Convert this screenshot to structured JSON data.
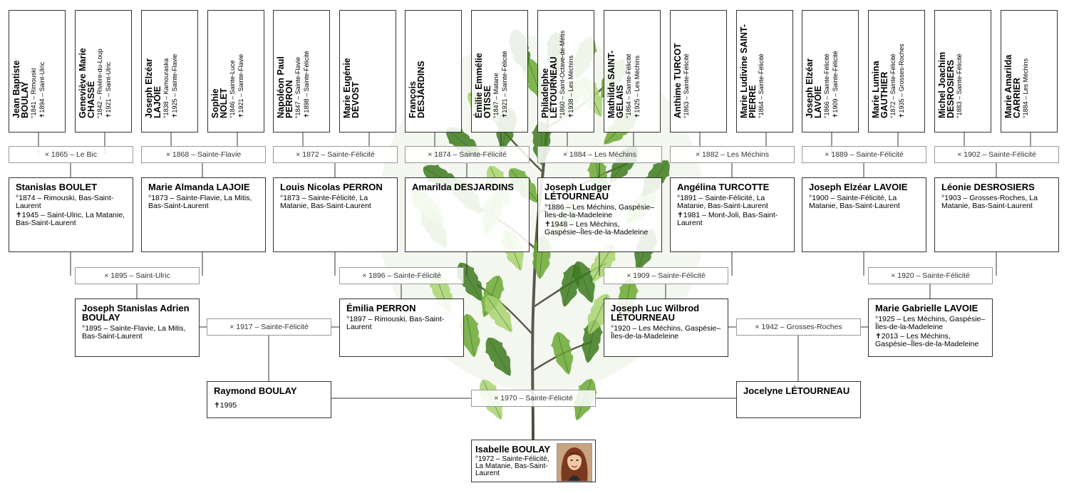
{
  "gen4": [
    {
      "first": "Jean Baptiste",
      "last": "BOULAY",
      "birth": "°1841 – Rimouski",
      "death": "✝1894 – Saint-Ulric"
    },
    {
      "first": "Geneviève Marie",
      "last": "CHASSÉ",
      "birth": "°1842 – Rivière-du-Loup",
      "death": "✝1921 – Saint-Ulric"
    },
    {
      "first": "Joseph Elzéar",
      "last": "LAJOIE",
      "birth": "°1838 – Kamouraska",
      "death": "✝1925 – Sainte-Flavie"
    },
    {
      "first": "Sophie",
      "last": "NOLET",
      "birth": "°1846 – Sainte-Luce",
      "death": "✝1921 – Sainte-Flavie"
    },
    {
      "first": "Napoléon Paul",
      "last": "PERRON",
      "birth": "°1847 – Sainte-Flavie",
      "death": "✝1898 – Sainte-Félicité"
    },
    {
      "first": "Marie Eugénie",
      "last": "DÉVOST",
      "birth": "",
      "death": ""
    },
    {
      "first": "François",
      "last": "DESJARDINS",
      "birth": "",
      "death": ""
    },
    {
      "first": "Émilie Emmélie",
      "last": "OTISSE",
      "birth": "°1847 – Matane",
      "death": "✝1921 – Sainte-Félicité"
    },
    {
      "first": "Philadelphe",
      "last": "LÉTOURNEAU",
      "birth": "°1860 – Saint-Octave-de-Métis",
      "death": "✝1938 – Les Méchins"
    },
    {
      "first": "Mathilda",
      "last": "SAINT-GELAIS",
      "birth": "°1864 – Sainte-Félicité",
      "death": "✝1925 – Les Méchins"
    },
    {
      "first": "Anthime",
      "last": "TURCOT",
      "birth": "°1863 – Sainte-Félicité",
      "death": ""
    },
    {
      "first": "Marie Ludivine",
      "last": "SAINT-PIERRE",
      "birth": "°1864 – Sainte-Félicité",
      "death": ""
    },
    {
      "first": "Joseph Elzéar",
      "last": "LAVOIE",
      "birth": "°1866 – Sainte-Félicité",
      "death": "✝1909 – Sainte-Félicité"
    },
    {
      "first": "Marie Lumina",
      "last": "GAUTHIER",
      "birth": "°1872 – Sainte-Félicité",
      "death": "✝1935 – Grosses-Roches"
    },
    {
      "first": "Michel Joachim",
      "last": "DESROSIERS",
      "birth": "°1883 – Sainte-Félicité",
      "death": ""
    },
    {
      "first": "Marie Amarilda",
      "last": "CARRIER",
      "birth": "°1884 – Les Méchins",
      "death": ""
    }
  ],
  "gen4_marriages": [
    "× 1865 – Le Bic",
    "× 1868 – Sainte-Flavie",
    "× 1872 – Sainte-Félicité",
    "× 1874 – Sainte-Félicité",
    "× 1884 – Les Méchins",
    "× 1882 – Les Méchins",
    "× 1889 – Sainte-Félicité",
    "× 1902 – Sainte-Félicité"
  ],
  "gen3": [
    {
      "name": "Stanislas BOULET",
      "d1": "°1874 – Rimouski, Bas-Saint-Laurent",
      "d2": "✝1945 – Saint-Ulric, La Matanie, Bas-Saint-Laurent"
    },
    {
      "name": "Marie Almanda LAJOIE",
      "d1": "°1873 – Sainte-Flavie, La Mitis, Bas-Saint-Laurent",
      "d2": ""
    },
    {
      "name": "Louis Nicolas PERRON",
      "d1": "°1873 – Sainte-Félicité, La Matanie, Bas-Saint-Laurent",
      "d2": ""
    },
    {
      "name": "Amarilda DESJARDINS",
      "d1": "",
      "d2": ""
    },
    {
      "name": "Joseph Ludger LÉTOURNEAU",
      "d1": "°1886 – Les Méchins, Gaspésie–Îles-de-la-Madeleine",
      "d2": "✝1948 – Les Méchins, Gaspésie–Îles-de-la-Madeleine"
    },
    {
      "name": "Angélina TURCOTTE",
      "d1": "°1891 – Sainte-Félicité, La Matanie, Bas-Saint-Laurent",
      "d2": "✝1981 – Mont-Joli, Bas-Saint-Laurent"
    },
    {
      "name": "Joseph Elzéar LAVOIE",
      "d1": "°1900 – Sainte-Félicité, La Matanie, Bas-Saint-Laurent",
      "d2": ""
    },
    {
      "name": "Léonie DESROSIERS",
      "d1": "°1903 – Grosses-Roches, La Matanie, Bas-Saint-Laurent",
      "d2": ""
    }
  ],
  "gen3_marriages": [
    "× 1895 – Saint-Ulric",
    "× 1896 – Sainte-Félicité",
    "× 1909 – Sainte-Félicité",
    "× 1920 – Sainte-Félicité"
  ],
  "gen2": [
    {
      "name": "Joseph Stanislas Adrien BOULAY",
      "d1": "°1895 – Sainte-Flavie, La Mitis, Bas-Saint-Laurent",
      "d2": ""
    },
    {
      "name": "Émilia PERRON",
      "d1": "°1897 – Rimouski, Bas-Saint-Laurent",
      "d2": ""
    },
    {
      "name": "Joseph Luc Wilbrod LÉTOURNEAU",
      "d1": "°1920 – Les Méchins, Gaspésie–Îles-de-la-Madeleine",
      "d2": ""
    },
    {
      "name": "Marie Gabrielle LAVOIE",
      "d1": "°1925 – Les Méchins, Gaspésie–Îles-de-la-Madeleine",
      "d2": "✝2013 – Les Méchins, Gaspésie–Îles-de-la-Madeleine"
    }
  ],
  "gen2_marriages": [
    "× 1917 – Sainte-Félicité",
    "× 1942 – Grosses-Roches"
  ],
  "gen1": [
    {
      "name": "Raymond BOULAY",
      "d1": "✝1995"
    },
    {
      "name": "Jocelyne LÉTOURNEAU",
      "d1": ""
    }
  ],
  "gen1_marriage": "× 1970 – Sainte-Félicité",
  "root": {
    "name": "Isabelle BOULAY",
    "d1": "°1972 – Sainte-Félicité, La Matanie, Bas-Saint-Laurent"
  },
  "colors": {
    "line": "#333333",
    "leaf_dark": "#3d7a1e",
    "leaf_mid": "#6aa832",
    "leaf_light": "#a8d470",
    "trunk": "#5a5a4a"
  }
}
